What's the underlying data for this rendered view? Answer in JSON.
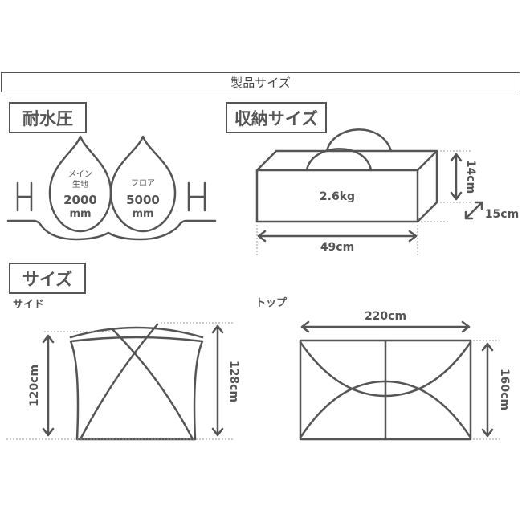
{
  "header": {
    "title": "製品サイズ"
  },
  "water_resistance": {
    "label": "耐水圧",
    "main_line1": "メイン",
    "main_line2": "生地",
    "main_value": "2000",
    "main_unit": "mm",
    "floor_line1": "フロア",
    "floor_value": "5000",
    "floor_unit": "mm"
  },
  "storage": {
    "label": "収納サイズ",
    "weight": "2.6kg",
    "height": "14cm",
    "depth": "15cm",
    "width": "49cm"
  },
  "size": {
    "label": "サイズ",
    "side_label": "サイド",
    "top_label": "トップ",
    "side_height_inner": "120cm",
    "side_height_outer": "128cm",
    "top_width": "220cm",
    "top_depth": "160cm"
  },
  "colors": {
    "line": "#555555",
    "dotted": "#999999"
  }
}
